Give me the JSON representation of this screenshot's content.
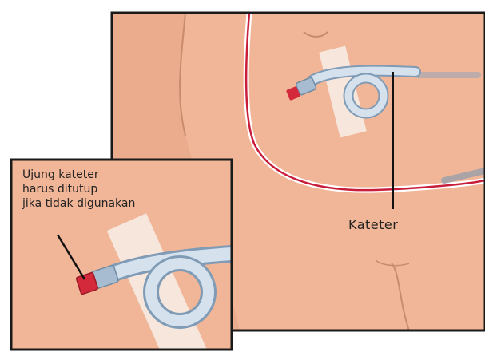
{
  "illustration": {
    "main_label": "Kateter",
    "inset_note": {
      "line1": "Ujung kateter",
      "line2": "harus ditutup",
      "line3": "jika tidak digunakan"
    }
  },
  "colors": {
    "skin": "#f2b99a",
    "skin_shadow": "#d98f70",
    "frame": "#1a1a1a",
    "catheter": "#c9d8e8",
    "catheter_outline": "#7f9bb5",
    "cap": "#d4283b",
    "tape": "#f5e8dc",
    "border_stripe": "#c81e3c"
  }
}
